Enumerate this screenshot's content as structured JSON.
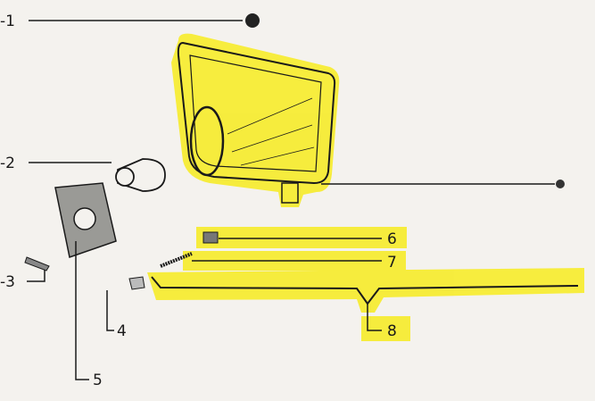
{
  "diagram": {
    "highlight_color": "#f7ec2a",
    "ink_color": "#1a1a1a",
    "callouts": [
      {
        "id": "callout-1",
        "label": "-1",
        "part": "grommet"
      },
      {
        "id": "callout-2",
        "label": "-2",
        "part": "bulb"
      },
      {
        "id": "callout-3",
        "label": "-3",
        "part": "small-bulb"
      },
      {
        "id": "callout-4",
        "label": "4",
        "part": "screw"
      },
      {
        "id": "callout-5",
        "label": "5",
        "part": "bulb-holder"
      },
      {
        "id": "callout-6",
        "label": "6",
        "part": "clip"
      },
      {
        "id": "callout-7",
        "label": "7",
        "part": "spring"
      },
      {
        "id": "callout-8",
        "label": "8",
        "part": "wiring"
      }
    ]
  }
}
